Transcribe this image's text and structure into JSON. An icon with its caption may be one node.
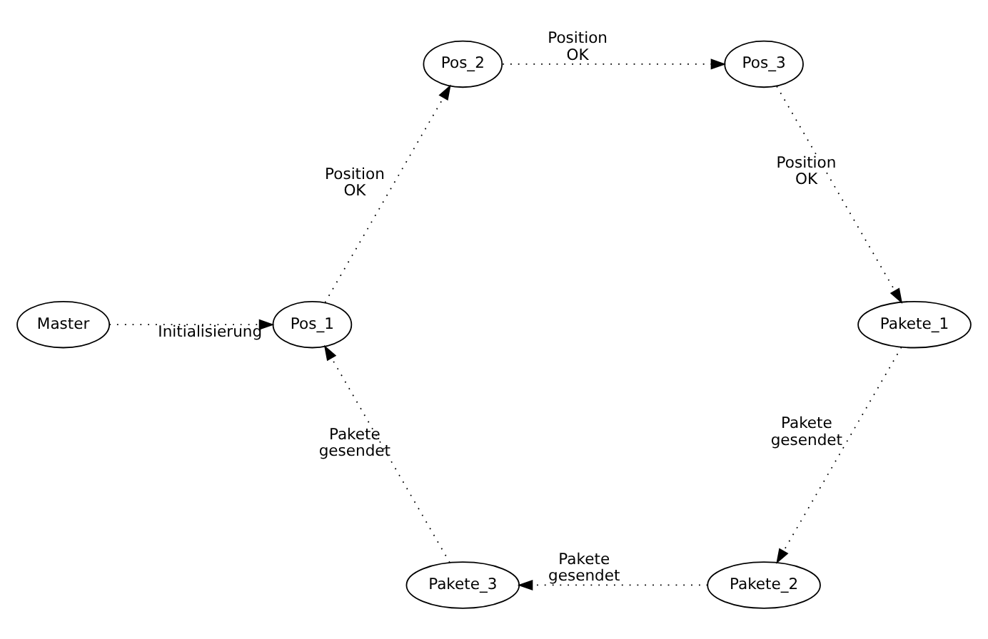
{
  "diagram": {
    "nodes": [
      {
        "text": [
          "Master"
        ]
      },
      {
        "text": [
          "Pos_1"
        ]
      },
      {
        "text": [
          "Pos_2"
        ]
      },
      {
        "text": [
          "Pos_3"
        ]
      },
      {
        "text": [
          "Pakete_1"
        ]
      },
      {
        "text": [
          "Pakete_2"
        ]
      },
      {
        "text": [
          "Pakete_3"
        ]
      }
    ],
    "edges": [
      {
        "from": 0,
        "to": 1,
        "arrow": "to",
        "label": "Initialisierung"
      },
      {
        "from": 1,
        "to": 2,
        "arrow": "to",
        "label": "Position OK"
      },
      {
        "from": 2,
        "to": 3,
        "arrow": "to",
        "label": "Position OK"
      },
      {
        "from": 3,
        "to": 4,
        "arrow": "to",
        "label": "Position OK"
      },
      {
        "from": 4,
        "to": 5,
        "arrow": "to",
        "label": "Pakete gesendet"
      },
      {
        "from": 5,
        "to": 6,
        "arrow": "to",
        "label": "Pakete gesendet"
      },
      {
        "from": 6,
        "to": 1,
        "arrow": "to",
        "label": "Pakete gesendet"
      }
    ]
  }
}
